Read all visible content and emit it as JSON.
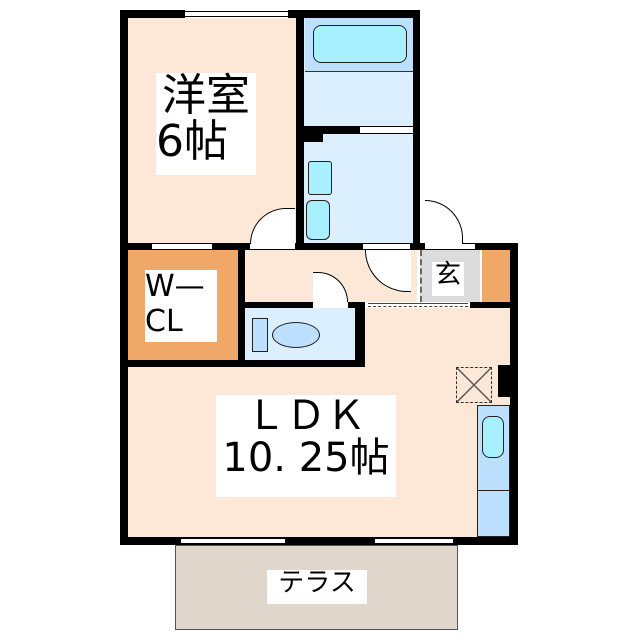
{
  "rooms": {
    "western_room": {
      "name": "洋室",
      "size": "6帖"
    },
    "walk_in_closet": {
      "line1": "W—",
      "line2": "CL"
    },
    "entrance": {
      "name": "玄"
    },
    "ldk": {
      "name": "ＬＤＫ",
      "size": "10. 25帖"
    },
    "terrace": {
      "name": "テラス"
    }
  },
  "colors": {
    "room_peach": "#fde8d8",
    "wet_area_blue": "#dcefff",
    "storage_orange": "#f0a868",
    "terrace": "#e0d6cc",
    "entrance_gray": "#dcdcdc",
    "wall": "#000000"
  }
}
